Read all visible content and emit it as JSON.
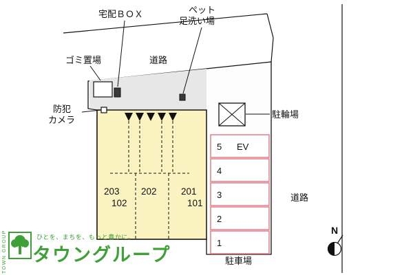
{
  "plan": {
    "labels": {
      "delivery_box": "宅配ＢＯＸ",
      "pet_wash_1": "ペット",
      "pet_wash_2": "足洗い場",
      "garbage": "ゴミ置場",
      "road_top": "道路",
      "security_1": "防犯",
      "security_2": "カメラ",
      "bicycle": "駐輪場",
      "road_right": "道路",
      "parking": "駐車場",
      "north": "N"
    },
    "units": {
      "u203": "203",
      "u102": "102",
      "u202": "202",
      "u201": "201",
      "u101": "101"
    },
    "stalls": [
      {
        "num": "5",
        "tag": "EV"
      },
      {
        "num": "4",
        "tag": ""
      },
      {
        "num": "3",
        "tag": ""
      },
      {
        "num": "2",
        "tag": ""
      },
      {
        "num": "1",
        "tag": ""
      }
    ]
  },
  "footer": {
    "tagline": "ひとを、まちを、もっと豊かに。",
    "brand": "タウングループ",
    "brand_en": "TOWN GROUP"
  },
  "colors": {
    "building_fill": "#FBF3C0",
    "stall_border": "#E57D88",
    "brand_green": "#3FA037"
  }
}
